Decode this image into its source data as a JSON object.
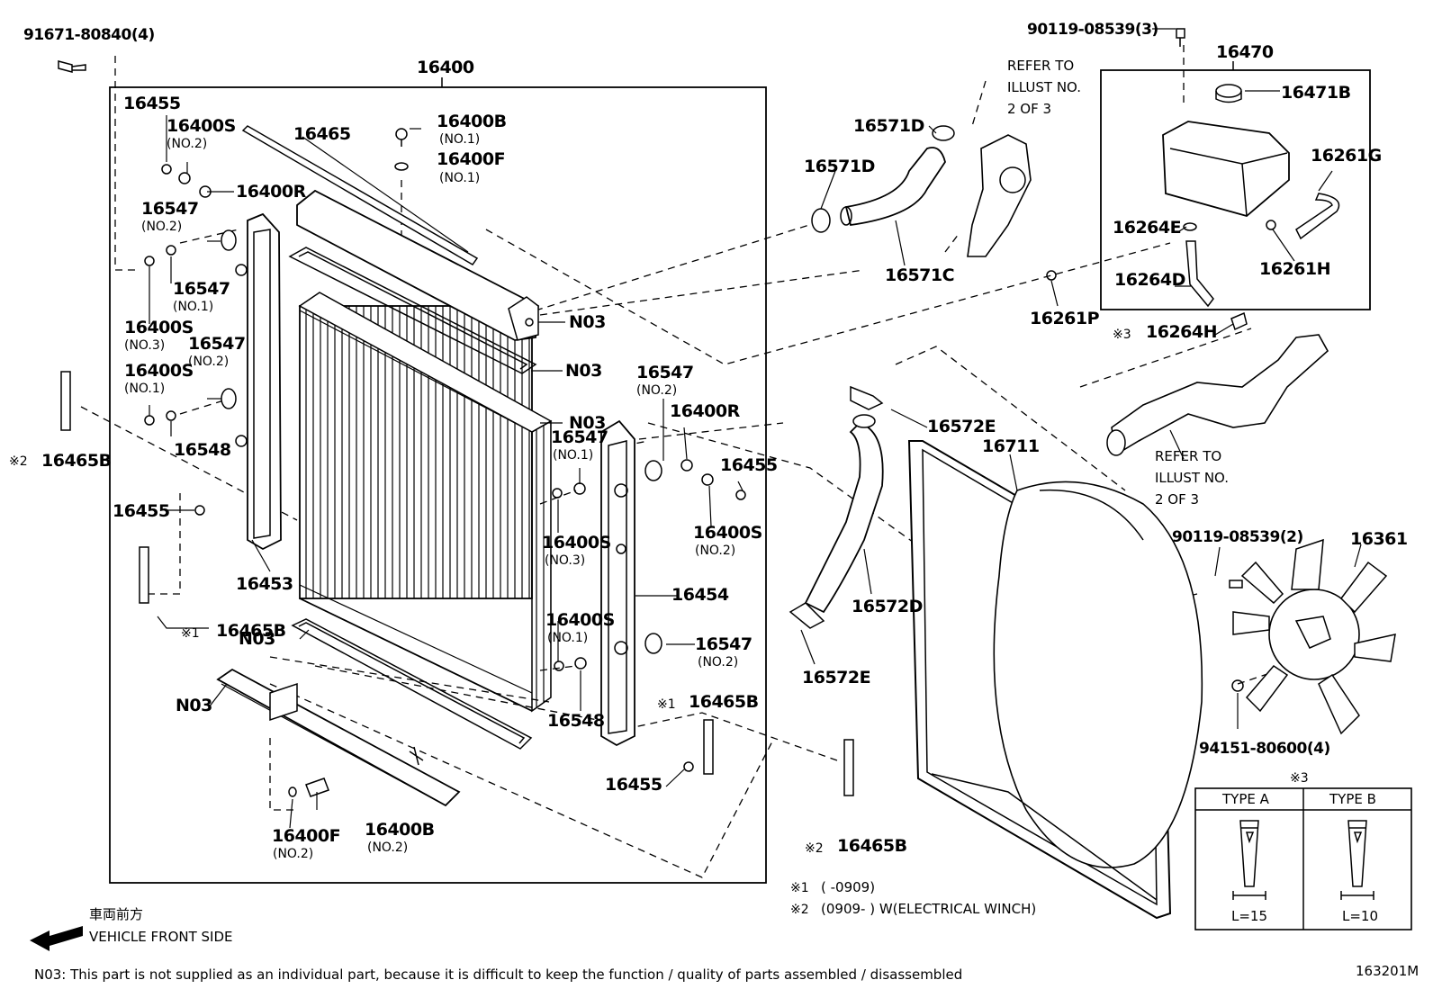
{
  "labels": {
    "p_91671": "91671-80840(4)",
    "p_16400": "16400",
    "p_16455_a": "16455",
    "p_16400S_a": "16400S",
    "p_16400S_a_sub": "(NO.2)",
    "p_16400B_a": "16400B",
    "p_16400B_a_sub": "(NO.1)",
    "p_16465": "16465",
    "p_16400F_a": "16400F",
    "p_16400F_a_sub": "(NO.1)",
    "p_16400R_a": "16400R",
    "p_16547_a": "16547",
    "p_16547_a_sub": "(NO.2)",
    "p_16547_b": "16547",
    "p_16547_b_sub": "(NO.1)",
    "p_16400S_b": "16400S",
    "p_16400S_b_sub": "(NO.3)",
    "p_16547_c": "16547",
    "p_16547_c_sub": "(NO.2)",
    "p_16400S_c": "16400S",
    "p_16400S_c_sub": "(NO.1)",
    "p_16548_a": "16548",
    "p_16465B_a": "16465B",
    "p_16465B_a_mark": "※2",
    "p_16455_b": "16455",
    "p_16453": "16453",
    "p_16465B_b": "16465B",
    "p_16465B_b_mark": "※1",
    "p_N03_a": "N03",
    "p_N03_b": "N03",
    "p_N03_c": "N03",
    "p_N03_d": "N03",
    "p_N03_e": "N03",
    "p_16400F_b": "16400F",
    "p_16400F_b_sub": "(NO.2)",
    "p_16400B_b": "16400B",
    "p_16400B_b_sub": "(NO.2)",
    "p_16547_d": "16547",
    "p_16547_d_sub": "(NO.2)",
    "p_16400R_b": "16400R",
    "p_16547_e": "16547",
    "p_16547_e_sub": "(NO.1)",
    "p_16455_c": "16455",
    "p_16400S_d": "16400S",
    "p_16400S_d_sub": "(NO.3)",
    "p_16400S_e": "16400S",
    "p_16400S_e_sub": "(NO.2)",
    "p_16454": "16454",
    "p_16400S_f": "16400S",
    "p_16400S_f_sub": "(NO.1)",
    "p_16547_f": "16547",
    "p_16547_f_sub": "(NO.2)",
    "p_16548_b": "16548",
    "p_16465B_c": "16465B",
    "p_16465B_c_mark": "※1",
    "p_16455_d": "16455",
    "p_16571D_a": "16571D",
    "p_16571D_b": "16571D",
    "p_16571C": "16571C",
    "p_refer_a_1": "REFER TO",
    "p_refer_a_2": "ILLUST NO.",
    "p_refer_a_3": "2 OF 3",
    "p_90119_a": "90119-08539(3)",
    "p_16470": "16470",
    "p_16471B": "16471B",
    "p_16261G": "16261G",
    "p_16264E": "16264E",
    "p_16261H": "16261H",
    "p_16264D": "16264D",
    "p_16261P": "16261P",
    "p_16264H": "16264H",
    "p_16264H_mark": "※3",
    "p_16572E_a": "16572E",
    "p_16711": "16711",
    "p_refer_b_1": "REFER TO",
    "p_refer_b_2": "ILLUST NO.",
    "p_refer_b_3": "2 OF 3",
    "p_90119_b": "90119-08539(2)",
    "p_16361": "16361",
    "p_16572D": "16572D",
    "p_16572E_b": "16572E",
    "p_94151": "94151-80600(4)",
    "p_16465B_d": "16465B",
    "p_16465B_d_mark": "※2"
  },
  "type_table": {
    "mark": "※3",
    "type_a": "TYPE A",
    "type_b": "TYPE B",
    "len_a": "L=15",
    "len_b": "L=10"
  },
  "notes": {
    "note1_mark": "※1",
    "note1_text": "(       -0909)",
    "note2_mark": "※2",
    "note2_text": "(0909-       ) W(ELECTRICAL WINCH)",
    "front_jp": "車両前方",
    "front_en": "VEHICLE FRONT SIDE",
    "footer": "N03: This part is not supplied as an individual part, because it is difficult to keep the function / quality of parts assembled / disassembled",
    "diagram_code": "163201M"
  }
}
